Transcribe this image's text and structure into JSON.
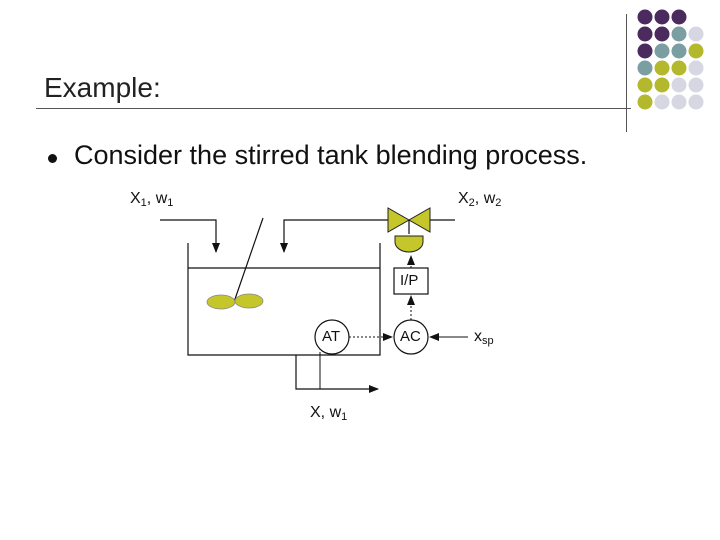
{
  "slide": {
    "title": "Example:",
    "bullet": "Consider the stirred tank blending process."
  },
  "diagram": {
    "inlet1": {
      "var": "X",
      "sub1": "1",
      "sep": ", w",
      "sub2": "1"
    },
    "inlet2": {
      "var": "X",
      "sub1": "2",
      "sep": ", w",
      "sub2": "2"
    },
    "outlet": {
      "var": "X, w",
      "sub": "1"
    },
    "setpoint": {
      "var": "x",
      "sub": "sp"
    },
    "ip_label": "I/P",
    "at_label": "AT",
    "ac_label": "AC"
  },
  "colors": {
    "purple": "#4b2a5e",
    "teal": "#7a9ea2",
    "olive": "#b4b82c",
    "lavender": "#d7d7e3",
    "impeller": "#c4c62a",
    "valve": "#c4c62a"
  }
}
